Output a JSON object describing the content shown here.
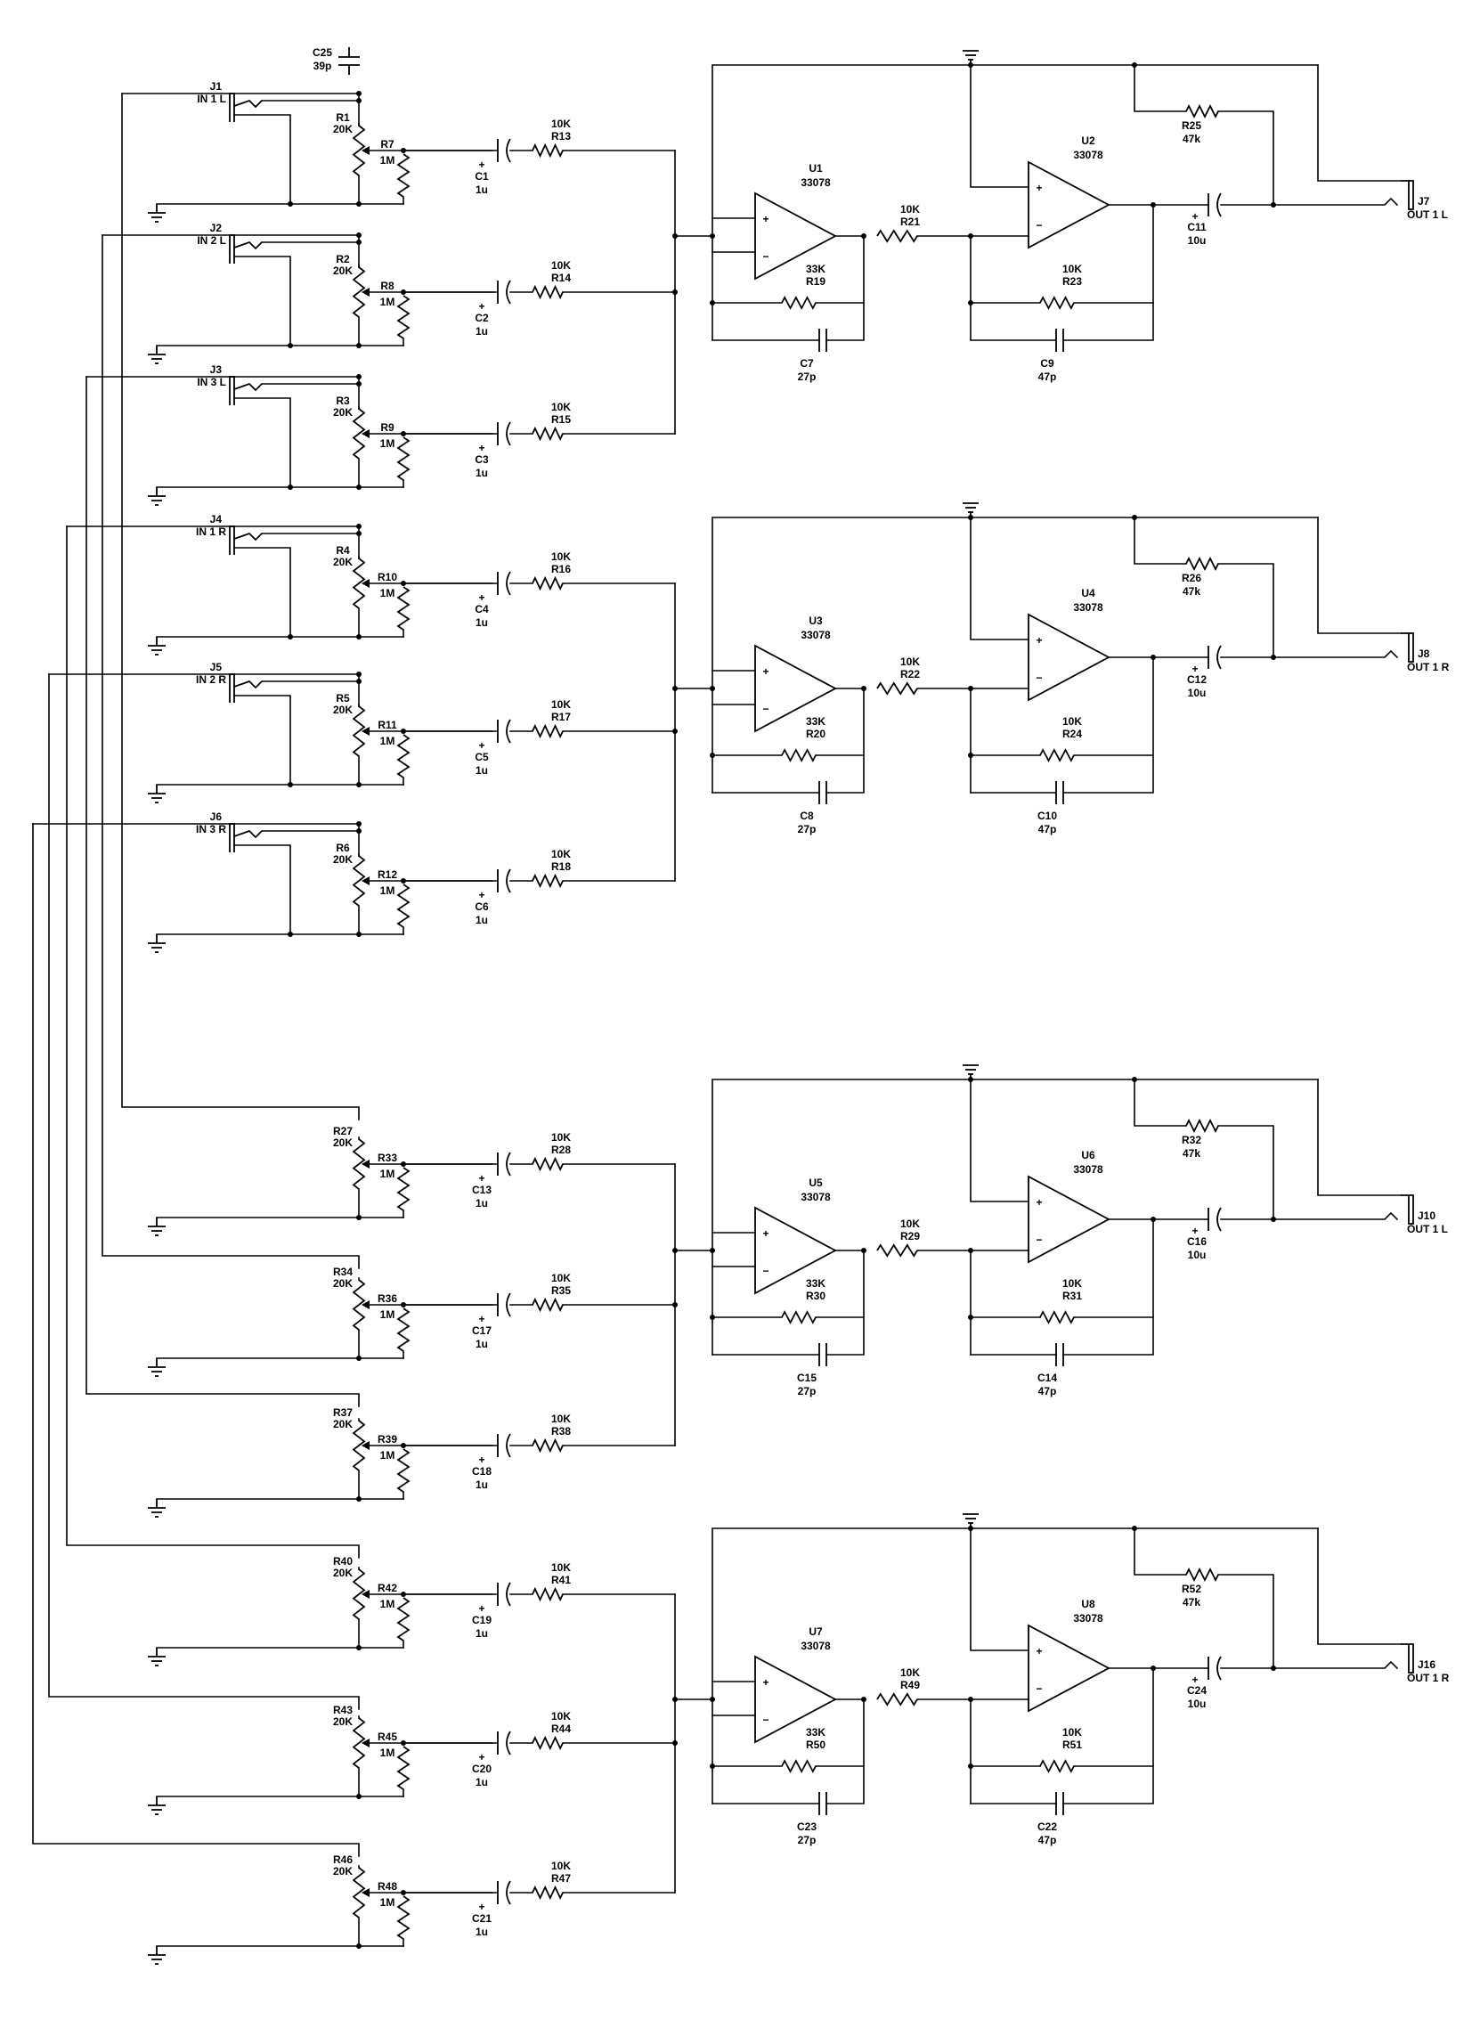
{
  "c25": {
    "ref": "C25",
    "val": "39p"
  },
  "input_jacks": [
    {
      "ref": "J1",
      "label": "IN 1 L"
    },
    {
      "ref": "J2",
      "label": "IN 2 L"
    },
    {
      "ref": "J3",
      "label": "IN 3 L"
    },
    {
      "ref": "J4",
      "label": "IN 1 R"
    },
    {
      "ref": "J5",
      "label": "IN 2 R"
    },
    {
      "ref": "J6",
      "label": "IN 3 R"
    }
  ],
  "channels": [
    {
      "pot": "R1",
      "potval": "20K",
      "bias": "R7",
      "biasval": "1M",
      "cap": "C1",
      "capval": "1u",
      "res": "R13",
      "resval": "10K"
    },
    {
      "pot": "R2",
      "potval": "20K",
      "bias": "R8",
      "biasval": "1M",
      "cap": "C2",
      "capval": "1u",
      "res": "R14",
      "resval": "10K"
    },
    {
      "pot": "R3",
      "potval": "20K",
      "bias": "R9",
      "biasval": "1M",
      "cap": "C3",
      "capval": "1u",
      "res": "R15",
      "resval": "10K"
    },
    {
      "pot": "R4",
      "potval": "20K",
      "bias": "R10",
      "biasval": "1M",
      "cap": "C4",
      "capval": "1u",
      "res": "R16",
      "resval": "10K"
    },
    {
      "pot": "R5",
      "potval": "20K",
      "bias": "R11",
      "biasval": "1M",
      "cap": "C5",
      "capval": "1u",
      "res": "R17",
      "resval": "10K"
    },
    {
      "pot": "R6",
      "potval": "20K",
      "bias": "R12",
      "biasval": "1M",
      "cap": "C6",
      "capval": "1u",
      "res": "R18",
      "resval": "10K"
    },
    {
      "pot": "R27",
      "potval": "20K",
      "bias": "R33",
      "biasval": "1M",
      "cap": "C13",
      "capval": "1u",
      "res": "R28",
      "resval": "10K"
    },
    {
      "pot": "R34",
      "potval": "20K",
      "bias": "R36",
      "biasval": "1M",
      "cap": "C17",
      "capval": "1u",
      "res": "R35",
      "resval": "10K"
    },
    {
      "pot": "R37",
      "potval": "20K",
      "bias": "R39",
      "biasval": "1M",
      "cap": "C18",
      "capval": "1u",
      "res": "R38",
      "resval": "10K"
    },
    {
      "pot": "R40",
      "potval": "20K",
      "bias": "R42",
      "biasval": "1M",
      "cap": "C19",
      "capval": "1u",
      "res": "R41",
      "resval": "10K"
    },
    {
      "pot": "R43",
      "potval": "20K",
      "bias": "R45",
      "biasval": "1M",
      "cap": "C20",
      "capval": "1u",
      "res": "R44",
      "resval": "10K"
    },
    {
      "pot": "R46",
      "potval": "20K",
      "bias": "R48",
      "biasval": "1M",
      "cap": "C21",
      "capval": "1u",
      "res": "R47",
      "resval": "10K"
    }
  ],
  "mixers": [
    {
      "u1": "U1",
      "u1val": "33078",
      "u2": "U2",
      "u2val": "33078",
      "rf1": "R19",
      "rf1val": "33K",
      "cf1": "C7",
      "cf1val": "27p",
      "rs": "R21",
      "rsval": "10K",
      "rf2": "R23",
      "rf2val": "10K",
      "cf2": "C9",
      "cf2val": "47p",
      "cout": "C11",
      "coutval": "10u",
      "rt": "R25",
      "rtval": "47k",
      "jack": "J7",
      "jacklabel": "OUT 1 L"
    },
    {
      "u1": "U3",
      "u1val": "33078",
      "u2": "U4",
      "u2val": "33078",
      "rf1": "R20",
      "rf1val": "33K",
      "cf1": "C8",
      "cf1val": "27p",
      "rs": "R22",
      "rsval": "10K",
      "rf2": "R24",
      "rf2val": "10K",
      "cf2": "C10",
      "cf2val": "47p",
      "cout": "C12",
      "coutval": "10u",
      "rt": "R26",
      "rtval": "47k",
      "jack": "J8",
      "jacklabel": "OUT 1 R"
    },
    {
      "u1": "U5",
      "u1val": "33078",
      "u2": "U6",
      "u2val": "33078",
      "rf1": "R30",
      "rf1val": "33K",
      "cf1": "C15",
      "cf1val": "27p",
      "rs": "R29",
      "rsval": "10K",
      "rf2": "R31",
      "rf2val": "10K",
      "cf2": "C14",
      "cf2val": "47p",
      "cout": "C16",
      "coutval": "10u",
      "rt": "R32",
      "rtval": "47k",
      "jack": "J10",
      "jacklabel": "OUT 1 L"
    },
    {
      "u1": "U7",
      "u1val": "33078",
      "u2": "U8",
      "u2val": "33078",
      "rf1": "R50",
      "rf1val": "33K",
      "cf1": "C23",
      "cf1val": "27p",
      "rs": "R49",
      "rsval": "10K",
      "rf2": "R51",
      "rf2val": "10K",
      "cf2": "C22",
      "cf2val": "47p",
      "cout": "C24",
      "coutval": "10u",
      "rt": "R52",
      "rtval": "47k",
      "jack": "J16",
      "jacklabel": "OUT 1 R"
    }
  ]
}
